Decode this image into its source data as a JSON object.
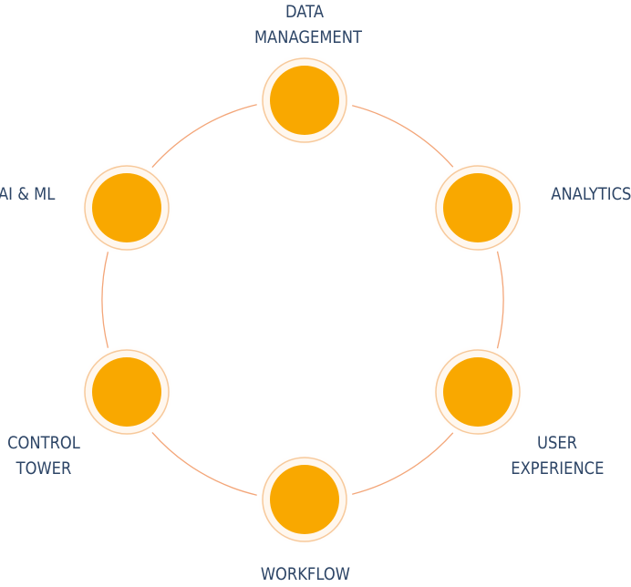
{
  "diagram": {
    "type": "circular-cycle",
    "colors": {
      "node_fill": "#f9a800",
      "node_ring": "#f7c99b",
      "node_glow": "#fbe3c7",
      "connector": "#f3a679",
      "label_text": "#2d4566"
    },
    "nodes": [
      {
        "id": "data-management",
        "lines": [
          "DATA",
          "MANAGEMENT"
        ]
      },
      {
        "id": "analytics",
        "lines": [
          "ANALYTICS"
        ]
      },
      {
        "id": "user-experience",
        "lines": [
          "USER",
          "EXPERIENCE"
        ]
      },
      {
        "id": "workflow",
        "lines": [
          "WORKFLOW"
        ]
      },
      {
        "id": "control-tower",
        "lines": [
          "CONTROL",
          "TOWER"
        ]
      },
      {
        "id": "ai-ml",
        "lines": [
          "AI & ML"
        ]
      }
    ]
  }
}
